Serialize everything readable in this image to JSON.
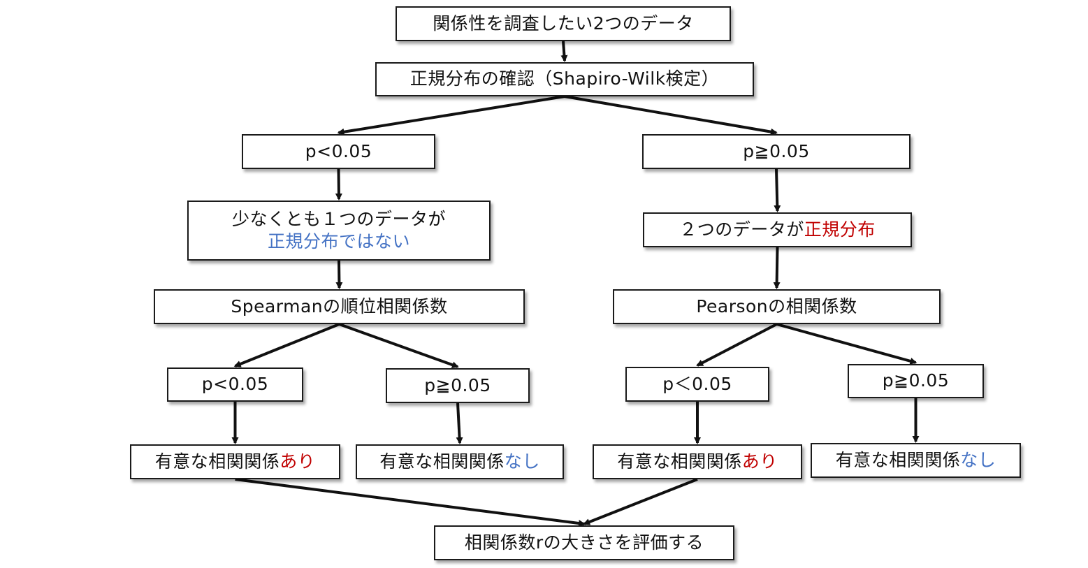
{
  "diagram": {
    "title": "相関係数の選択フローチャート",
    "colors": {
      "emphasis_red": "#c00000",
      "emphasis_blue": "#4472c4",
      "text": "#111111",
      "border": "#1a1a1a"
    },
    "nodes": {
      "start": {
        "text": "関係性を調査したい2つのデータ"
      },
      "normality_test": {
        "text": "正規分布の確認（Shapiro-Wilk検定）"
      },
      "norm_p_low": {
        "text": "p<0.05"
      },
      "norm_p_high": {
        "text": "p≧0.05"
      },
      "not_normal": {
        "line1": "少なくとも１つのデータが",
        "line2": "正規分布ではない"
      },
      "normal": {
        "prefix": "２つのデータが",
        "emphasis": "正規分布"
      },
      "spearman": {
        "text": "Spearmanの順位相関係数"
      },
      "pearson": {
        "text": "Pearsonの相関係数"
      },
      "spearman_p_low": {
        "text": "p<0.05"
      },
      "spearman_p_high": {
        "text": "p≧0.05"
      },
      "pearson_p_low": {
        "text": "p＜0.05"
      },
      "pearson_p_high": {
        "text": "p≧0.05"
      },
      "spearman_sig": {
        "prefix": "有意な相関関係",
        "emphasis": "あり"
      },
      "spearman_nonsig": {
        "prefix": "有意な相関関係",
        "emphasis": "なし"
      },
      "pearson_sig": {
        "prefix": "有意な相関関係",
        "emphasis": "あり"
      },
      "pearson_nonsig": {
        "prefix": "有意な相関関係",
        "emphasis": "なし"
      },
      "evaluate_r": {
        "text": "相関係数rの大きさを評価する"
      }
    },
    "edges": [
      {
        "from": "start",
        "to": "normality_test"
      },
      {
        "from": "normality_test",
        "to": "norm_p_low"
      },
      {
        "from": "normality_test",
        "to": "norm_p_high"
      },
      {
        "from": "norm_p_low",
        "to": "not_normal"
      },
      {
        "from": "norm_p_high",
        "to": "normal"
      },
      {
        "from": "not_normal",
        "to": "spearman"
      },
      {
        "from": "normal",
        "to": "pearson"
      },
      {
        "from": "spearman",
        "to": "spearman_p_low"
      },
      {
        "from": "spearman",
        "to": "spearman_p_high"
      },
      {
        "from": "pearson",
        "to": "pearson_p_low"
      },
      {
        "from": "pearson",
        "to": "pearson_p_high"
      },
      {
        "from": "spearman_p_low",
        "to": "spearman_sig"
      },
      {
        "from": "spearman_p_high",
        "to": "spearman_nonsig"
      },
      {
        "from": "pearson_p_low",
        "to": "pearson_sig"
      },
      {
        "from": "pearson_p_high",
        "to": "pearson_nonsig"
      },
      {
        "from": "spearman_sig",
        "to": "evaluate_r"
      },
      {
        "from": "pearson_sig",
        "to": "evaluate_r"
      }
    ]
  }
}
